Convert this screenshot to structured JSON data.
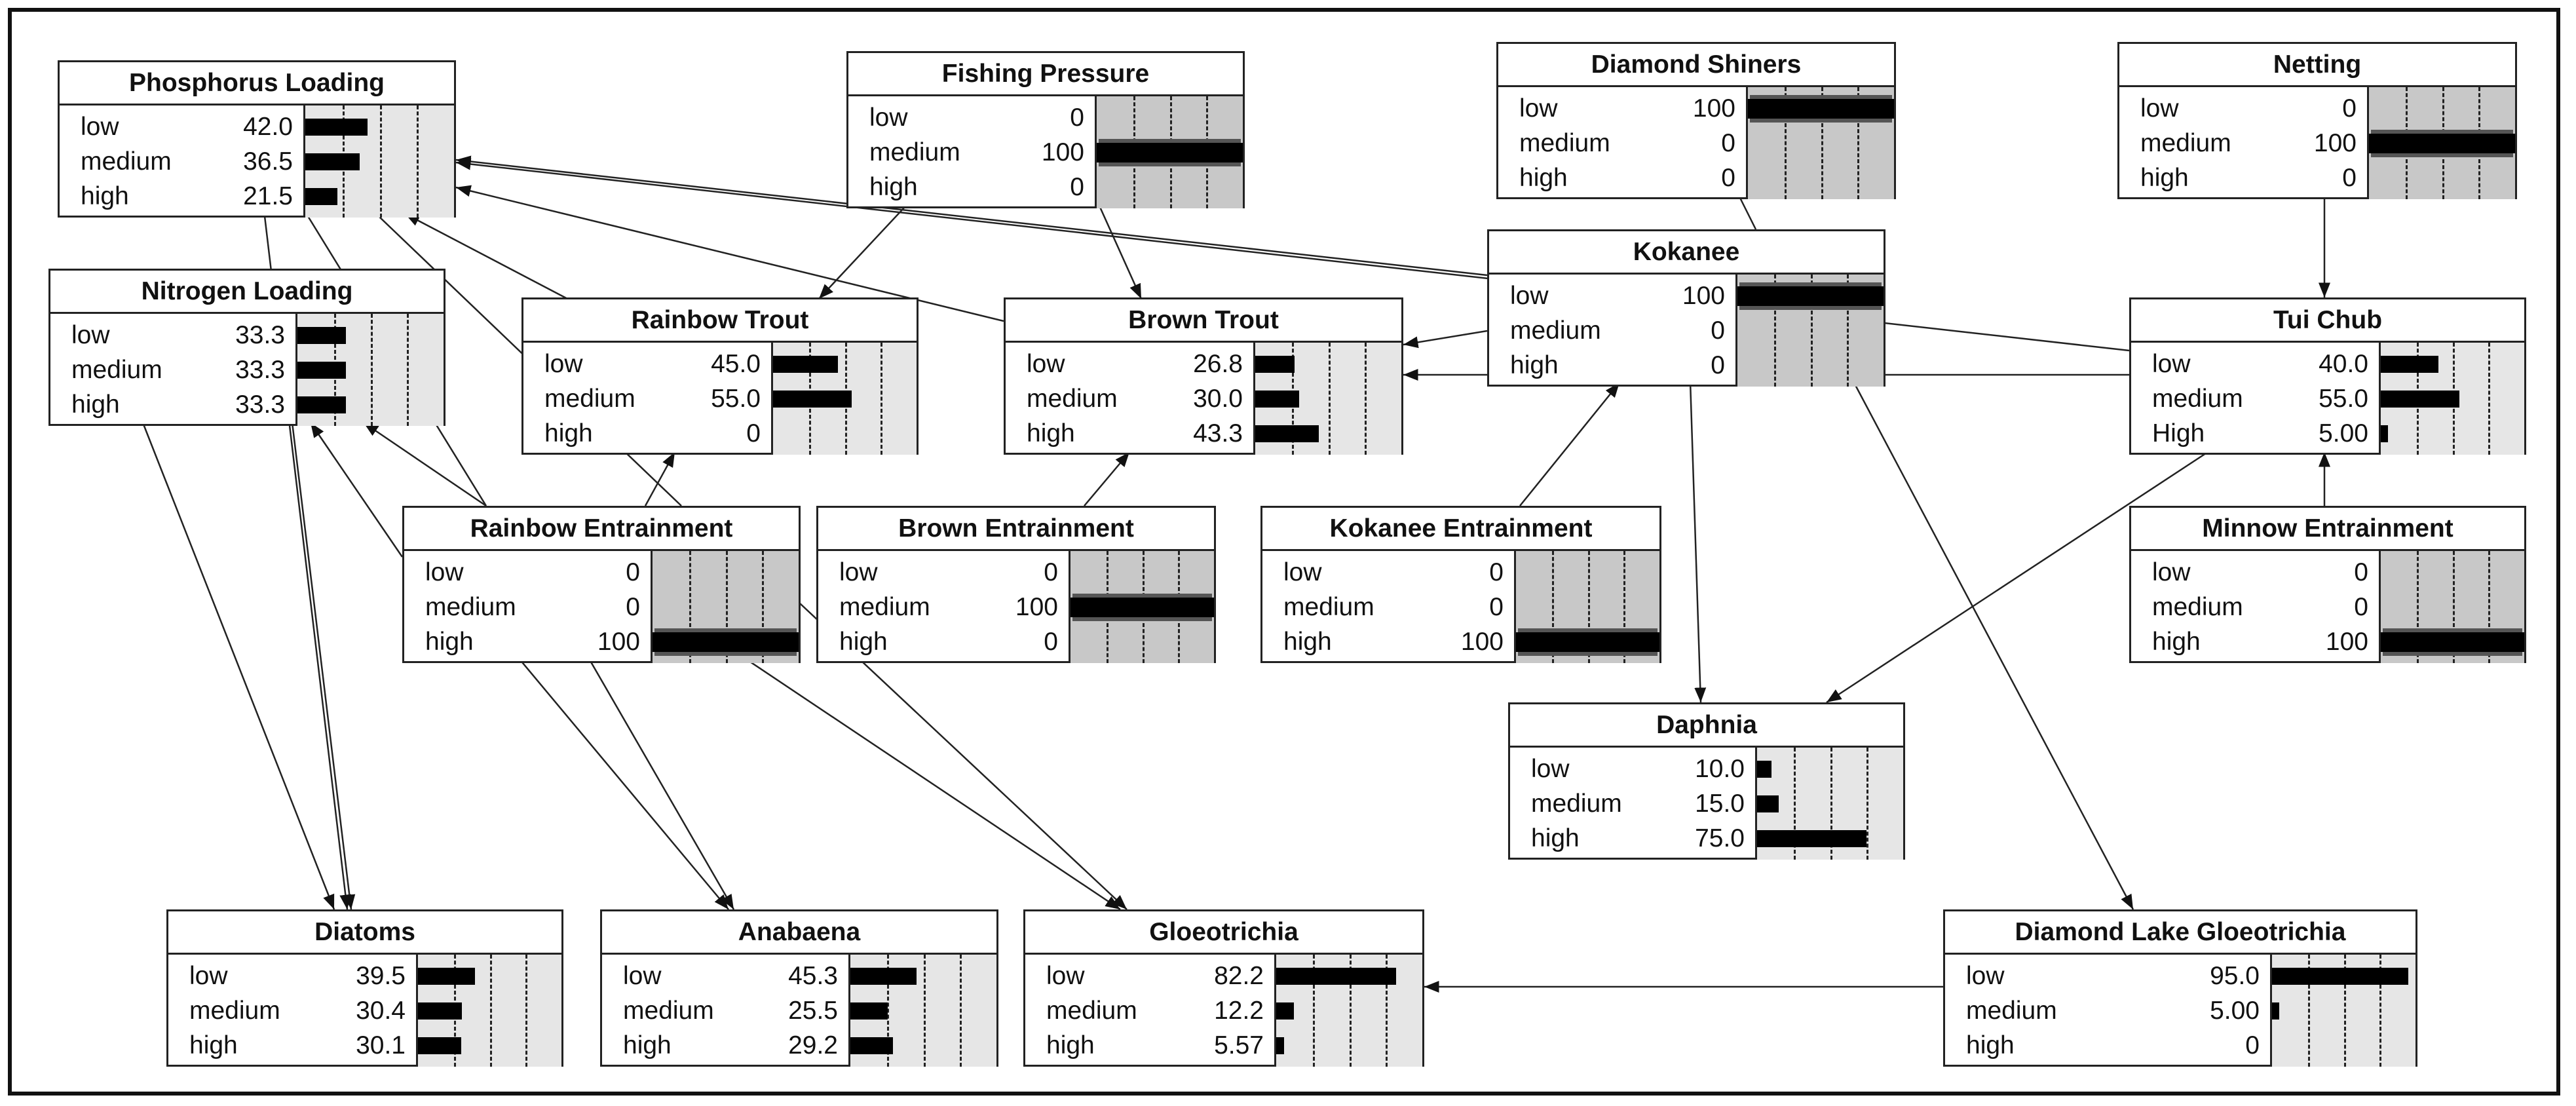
{
  "colors": {
    "border": "#222222",
    "panel": "#e6e6e6",
    "evidence_panel": "#c8c8c8",
    "bar": "#000000"
  },
  "nodes": {
    "phosphorus_loading": {
      "title": "Phosphorus Loading",
      "states": [
        {
          "label": "low",
          "value": "42.0",
          "p": 42.0
        },
        {
          "label": "medium",
          "value": "36.5",
          "p": 36.5
        },
        {
          "label": "high",
          "value": "21.5",
          "p": 21.5
        }
      ]
    },
    "fishing_pressure": {
      "title": "Fishing Pressure",
      "evidence": true,
      "states": [
        {
          "label": "low",
          "value": "0",
          "p": 0
        },
        {
          "label": "medium",
          "value": "100",
          "p": 100
        },
        {
          "label": "high",
          "value": "0",
          "p": 0
        }
      ]
    },
    "diamond_shiners": {
      "title": "Diamond Shiners",
      "evidence": true,
      "states": [
        {
          "label": "low",
          "value": "100",
          "p": 100
        },
        {
          "label": "medium",
          "value": "0",
          "p": 0
        },
        {
          "label": "high",
          "value": "0",
          "p": 0
        }
      ]
    },
    "netting": {
      "title": "Netting",
      "evidence": true,
      "states": [
        {
          "label": "low",
          "value": "0",
          "p": 0
        },
        {
          "label": "medium",
          "value": "100",
          "p": 100
        },
        {
          "label": "high",
          "value": "0",
          "p": 0
        }
      ]
    },
    "nitrogen_loading": {
      "title": "Nitrogen Loading",
      "states": [
        {
          "label": "low",
          "value": "33.3",
          "p": 33.3
        },
        {
          "label": "medium",
          "value": "33.3",
          "p": 33.3
        },
        {
          "label": "high",
          "value": "33.3",
          "p": 33.3
        }
      ]
    },
    "rainbow_trout": {
      "title": "Rainbow Trout",
      "states": [
        {
          "label": "low",
          "value": "45.0",
          "p": 45.0
        },
        {
          "label": "medium",
          "value": "55.0",
          "p": 55.0
        },
        {
          "label": "high",
          "value": "0",
          "p": 0
        }
      ]
    },
    "brown_trout": {
      "title": "Brown Trout",
      "states": [
        {
          "label": "low",
          "value": "26.8",
          "p": 26.8
        },
        {
          "label": "medium",
          "value": "30.0",
          "p": 30.0
        },
        {
          "label": "high",
          "value": "43.3",
          "p": 43.3
        }
      ]
    },
    "kokanee": {
      "title": "Kokanee",
      "evidence": true,
      "states": [
        {
          "label": "low",
          "value": "100",
          "p": 100
        },
        {
          "label": "medium",
          "value": "0",
          "p": 0
        },
        {
          "label": "high",
          "value": "0",
          "p": 0
        }
      ]
    },
    "tui_chub": {
      "title": "Tui Chub",
      "states": [
        {
          "label": "low",
          "value": "40.0",
          "p": 40.0
        },
        {
          "label": "medium",
          "value": "55.0",
          "p": 55.0
        },
        {
          "label": "High",
          "value": "5.00",
          "p": 5.0
        }
      ]
    },
    "rainbow_entrainment": {
      "title": "Rainbow Entrainment",
      "evidence": true,
      "states": [
        {
          "label": "low",
          "value": "0",
          "p": 0
        },
        {
          "label": "medium",
          "value": "0",
          "p": 0
        },
        {
          "label": "high",
          "value": "100",
          "p": 100
        }
      ]
    },
    "brown_entrainment": {
      "title": "Brown Entrainment",
      "evidence": true,
      "states": [
        {
          "label": "low",
          "value": "0",
          "p": 0
        },
        {
          "label": "medium",
          "value": "100",
          "p": 100
        },
        {
          "label": "high",
          "value": "0",
          "p": 0
        }
      ]
    },
    "kokanee_entrainment": {
      "title": "Kokanee Entrainment",
      "evidence": true,
      "states": [
        {
          "label": "low",
          "value": "0",
          "p": 0
        },
        {
          "label": "medium",
          "value": "0",
          "p": 0
        },
        {
          "label": "high",
          "value": "100",
          "p": 100
        }
      ]
    },
    "minnow_entrainment": {
      "title": "Minnow Entrainment",
      "evidence": true,
      "states": [
        {
          "label": "low",
          "value": "0",
          "p": 0
        },
        {
          "label": "medium",
          "value": "0",
          "p": 0
        },
        {
          "label": "high",
          "value": "100",
          "p": 100
        }
      ]
    },
    "daphnia": {
      "title": "Daphnia",
      "states": [
        {
          "label": "low",
          "value": "10.0",
          "p": 10.0
        },
        {
          "label": "medium",
          "value": "15.0",
          "p": 15.0
        },
        {
          "label": "high",
          "value": "75.0",
          "p": 75.0
        }
      ]
    },
    "diatoms": {
      "title": "Diatoms",
      "states": [
        {
          "label": "low",
          "value": "39.5",
          "p": 39.5
        },
        {
          "label": "medium",
          "value": "30.4",
          "p": 30.4
        },
        {
          "label": "high",
          "value": "30.1",
          "p": 30.1
        }
      ]
    },
    "anabaena": {
      "title": "Anabaena",
      "states": [
        {
          "label": "low",
          "value": "45.3",
          "p": 45.3
        },
        {
          "label": "medium",
          "value": "25.5",
          "p": 25.5
        },
        {
          "label": "high",
          "value": "29.2",
          "p": 29.2
        }
      ]
    },
    "gloeotrichia": {
      "title": "Gloeotrichia",
      "states": [
        {
          "label": "low",
          "value": "82.2",
          "p": 82.2
        },
        {
          "label": "medium",
          "value": "12.2",
          "p": 12.2
        },
        {
          "label": "high",
          "value": "5.57",
          "p": 5.57
        }
      ]
    },
    "diamond_lake_gloeotrichia": {
      "title": "Diamond Lake Gloeotrichia",
      "states": [
        {
          "label": "low",
          "value": "95.0",
          "p": 95.0
        },
        {
          "label": "medium",
          "value": "5.00",
          "p": 5.0
        },
        {
          "label": "high",
          "value": "0",
          "p": 0
        }
      ]
    }
  },
  "edges": [
    {
      "from": "fishing_pressure",
      "to": "rainbow_trout",
      "arrow": true
    },
    {
      "from": "fishing_pressure",
      "to": "brown_trout",
      "arrow": true
    },
    {
      "from": "netting",
      "to": "tui_chub",
      "arrow": true
    },
    {
      "from": "diamond_shiners",
      "to": "kokanee",
      "arrow": false
    },
    {
      "from": "kokanee",
      "to": "phosphorus_loading",
      "arrow": true
    },
    {
      "from": "tui_chub",
      "to": "phosphorus_loading",
      "arrow": true
    },
    {
      "from": "brown_trout",
      "to": "phosphorus_loading",
      "arrow": true
    },
    {
      "from": "rainbow_trout",
      "to": "phosphorus_loading",
      "arrow": true
    },
    {
      "from": "kokanee",
      "to": "brown_trout",
      "arrow": true
    },
    {
      "from": "tui_chub",
      "to": "brown_trout",
      "arrow": true
    },
    {
      "from": "rainbow_entrainment",
      "to": "rainbow_trout",
      "arrow": true
    },
    {
      "from": "brown_entrainment",
      "to": "brown_trout",
      "arrow": true
    },
    {
      "from": "kokanee_entrainment",
      "to": "kokanee",
      "arrow": true
    },
    {
      "from": "minnow_entrainment",
      "to": "tui_chub",
      "arrow": true
    },
    {
      "from": "kokanee",
      "to": "daphnia",
      "arrow": true
    },
    {
      "from": "tui_chub",
      "to": "daphnia",
      "arrow": true
    },
    {
      "from": "kokanee",
      "to": "diamond_lake_gloeotrichia",
      "arrow": true
    },
    {
      "from": "diamond_lake_gloeotrichia",
      "to": "gloeotrichia",
      "arrow": true
    },
    {
      "from": "rainbow_entrainment",
      "to": "nitrogen_loading",
      "arrow": true
    },
    {
      "from": "rainbow_entrainment",
      "to": "nitrogen_loading",
      "arrow": true
    },
    {
      "from": "phosphorus_loading",
      "to": "diatoms",
      "arrow": true
    },
    {
      "from": "nitrogen_loading",
      "to": "diatoms",
      "arrow": true
    },
    {
      "from": "nitrogen_loading",
      "to": "diatoms",
      "arrow": true
    },
    {
      "from": "rainbow_entrainment",
      "to": "anabaena",
      "arrow": true
    },
    {
      "from": "rainbow_entrainment",
      "to": "anabaena",
      "arrow": true
    },
    {
      "from": "rainbow_entrainment",
      "to": "gloeotrichia",
      "arrow": true
    },
    {
      "from": "brown_entrainment",
      "to": "gloeotrichia",
      "arrow": true
    },
    {
      "from": "phosphorus_loading",
      "to": "rainbow_entrainment",
      "arrow": false
    },
    {
      "from": "phosphorus_loading",
      "to": "rainbow_entrainment",
      "arrow": false
    }
  ]
}
